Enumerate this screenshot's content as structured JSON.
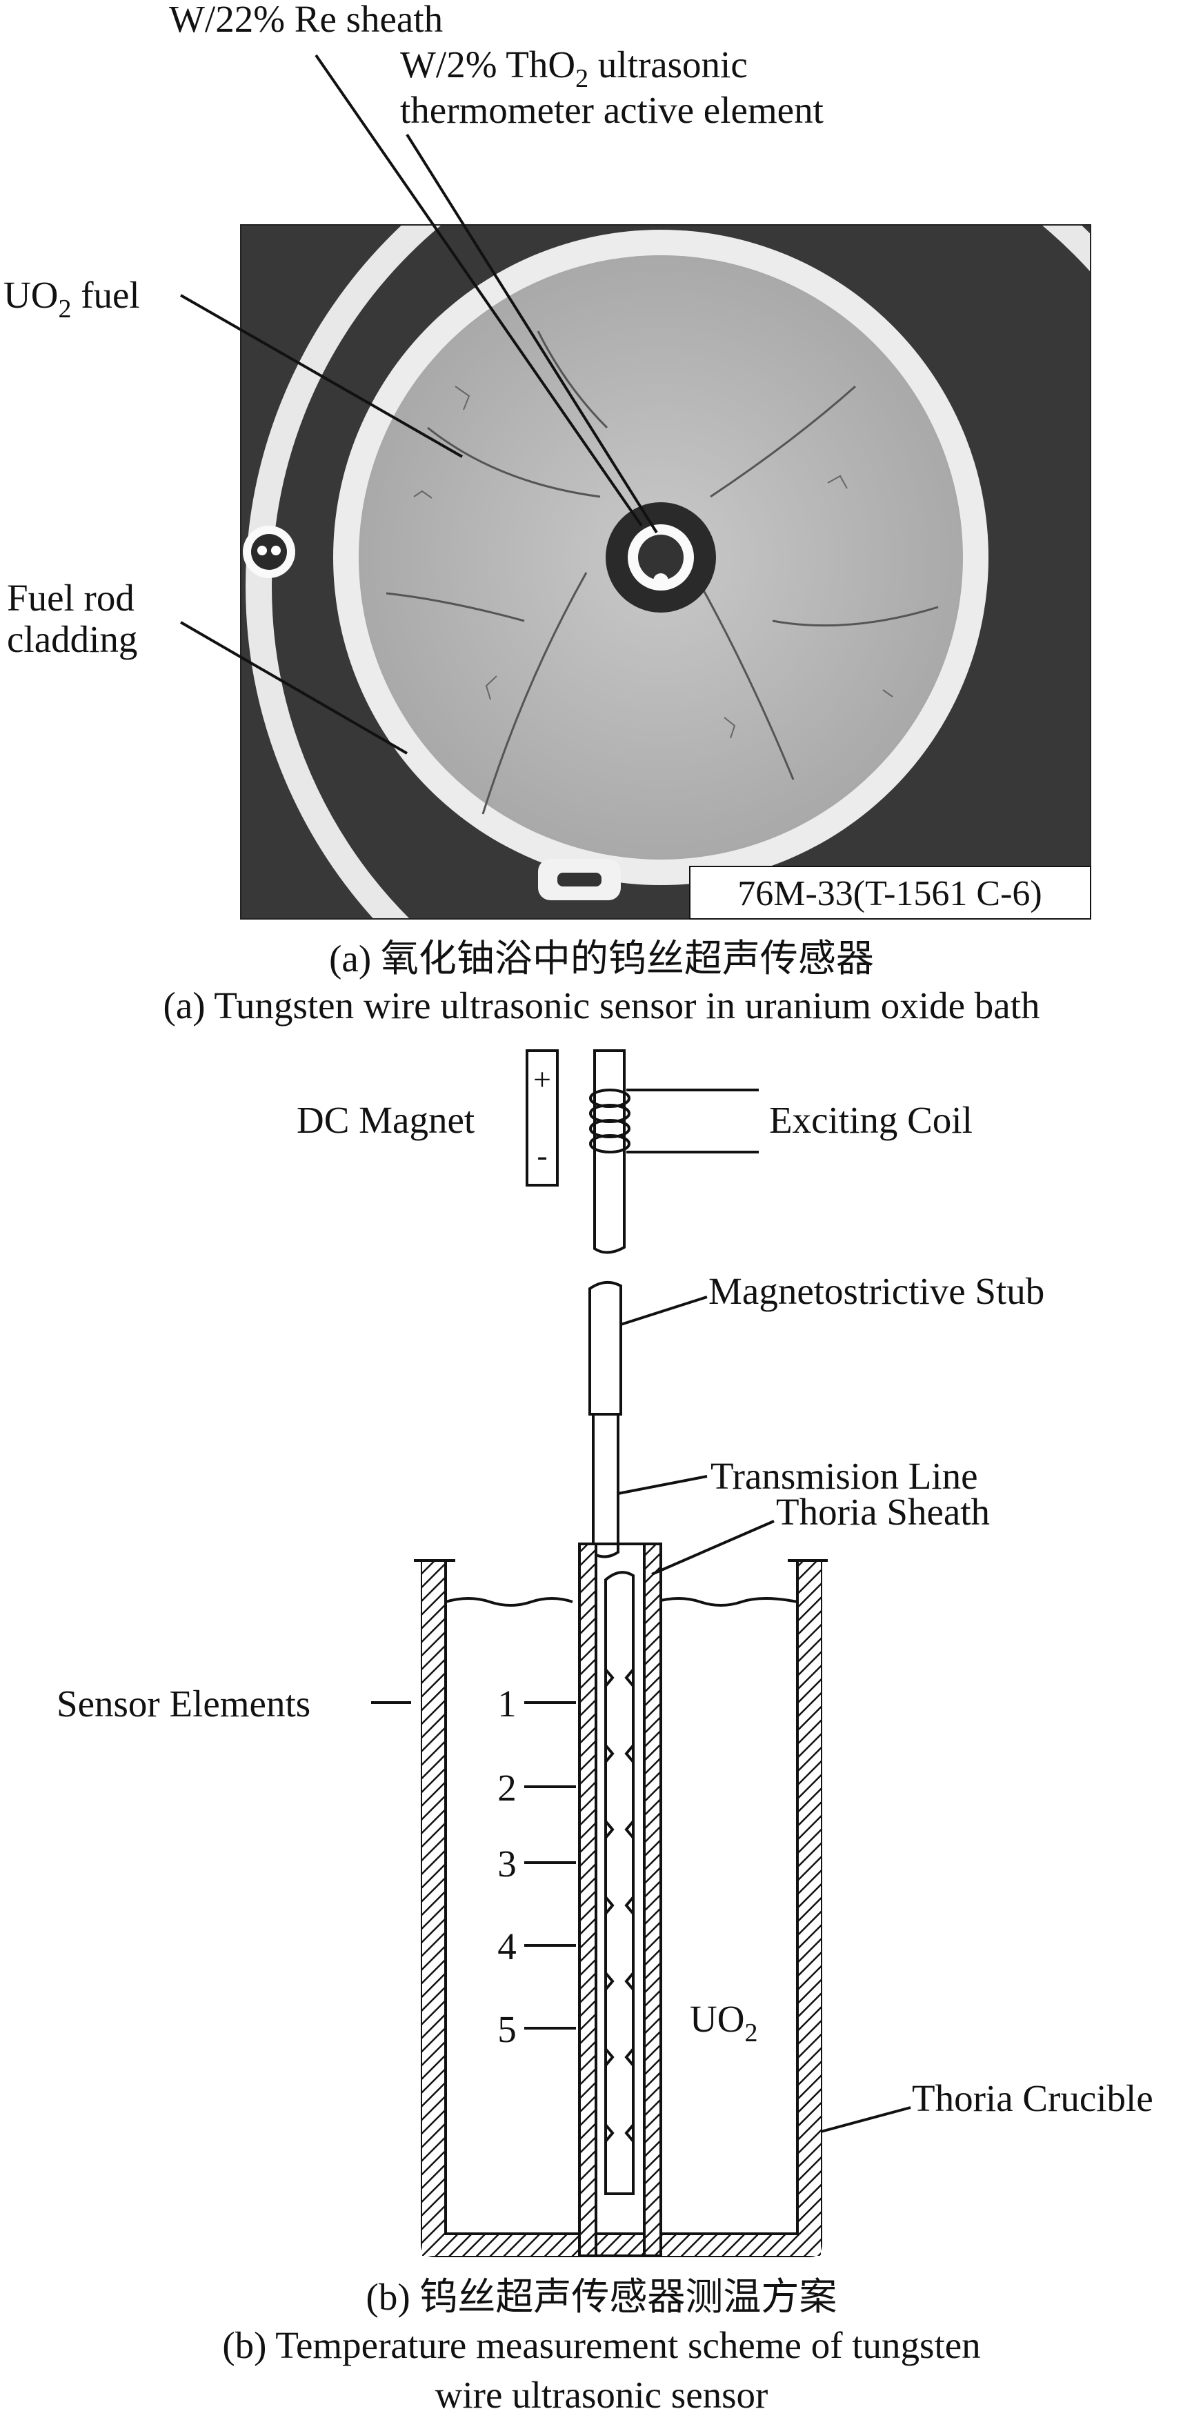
{
  "panel_a": {
    "labels": {
      "sheath": "W/22% Re sheath",
      "element_line1": "W/2% ThO",
      "element_sub": "2",
      "element_line1_tail": " ultrasonic",
      "element_line2": "thermometer active element",
      "fuel_pre": "UO",
      "fuel_sub": "2",
      "fuel_post": " fuel",
      "cladding_line1": "Fuel rod",
      "cladding_line2": "cladding",
      "photo_id": "76M-33(T-1561 C-6)"
    },
    "caption_cn": "(a) 氧化铀浴中的钨丝超声传感器",
    "caption_en": "(a) Tungsten wire ultrasonic sensor in uranium oxide bath"
  },
  "panel_b": {
    "labels": {
      "magnet": "DC Magnet",
      "magnet_plus": "+",
      "magnet_minus": "-",
      "coil": "Exciting Coil",
      "stub": "Magnetostrictive Stub",
      "line": "Transmision Line",
      "sheath": "Thoria Sheath",
      "elements": "Sensor Elements",
      "uo2_pre": "UO",
      "uo2_sub": "2",
      "crucible": "Thoria Crucible"
    },
    "element_numbers": [
      "1",
      "2",
      "3",
      "4",
      "5"
    ],
    "caption_cn": "(b) 钨丝超声传感器测温方案",
    "caption_en_line1": "(b) Temperature measurement scheme of tungsten",
    "caption_en_line2": "wire ultrasonic sensor"
  }
}
